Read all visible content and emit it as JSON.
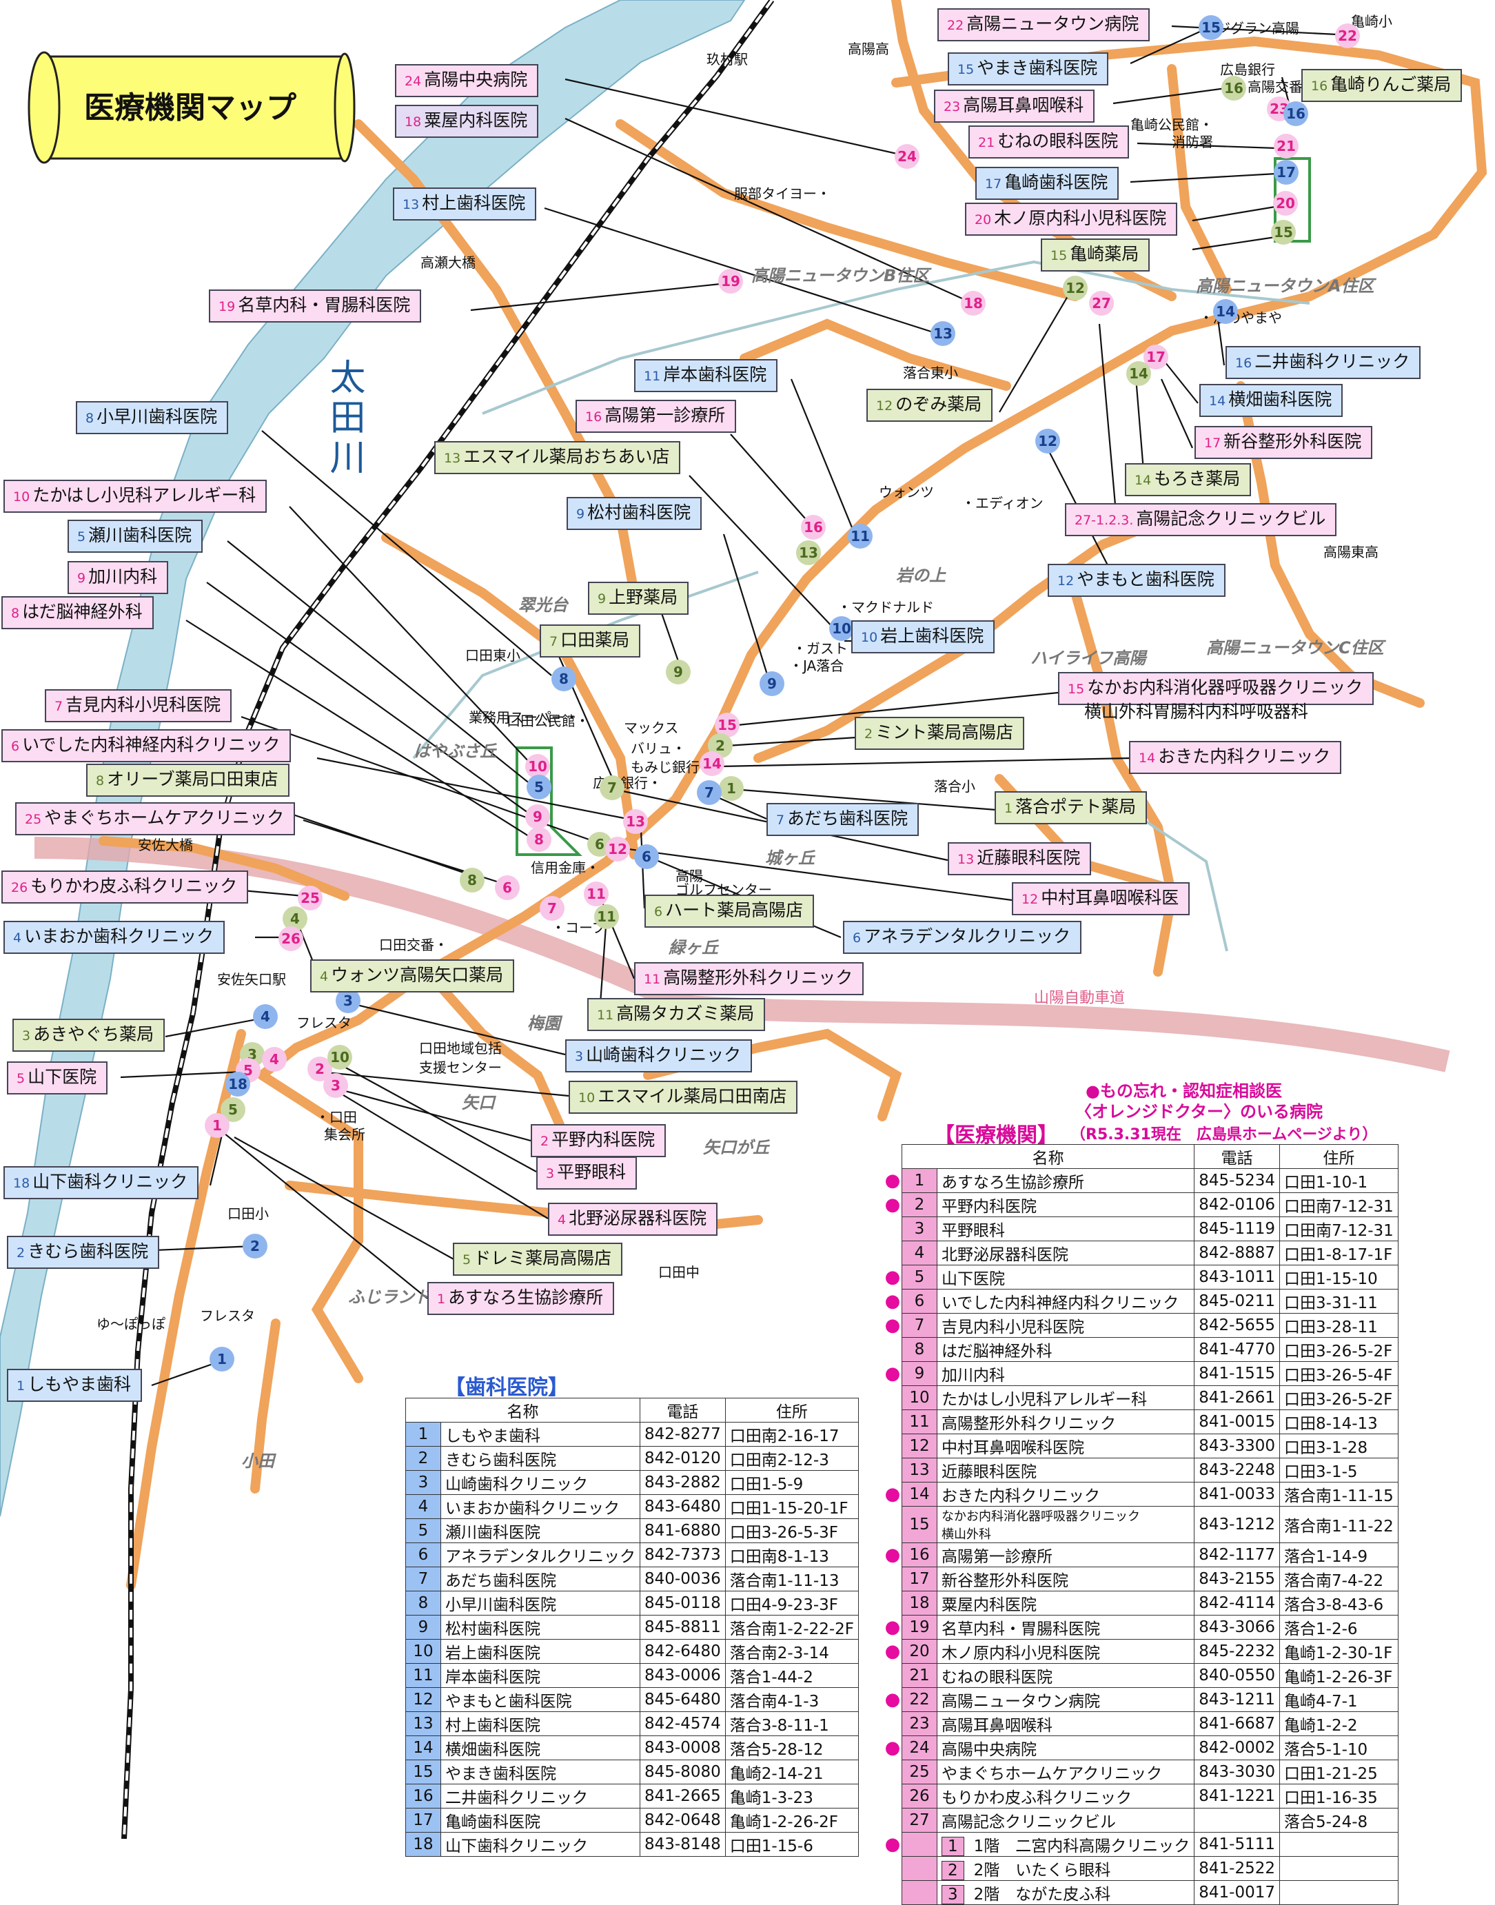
{
  "title": "医療機関マップ",
  "river_name": "太田川",
  "expressway": "山陽自動車道",
  "areas": [
    "高陽ニュータウンB住区",
    "高陽ニュータウンA住区",
    "高陽ニュータウンC住区",
    "ハイライフ高陽",
    "翠光台",
    "はやぶさ丘",
    "岩の上",
    "城ヶ丘",
    "緑ヶ丘",
    "梅園",
    "矢口",
    "矢口が丘",
    "ふじランド",
    "小田"
  ],
  "places": [
    "玖村駅",
    "高陽高",
    "フジグラン高陽",
    "亀崎小",
    "広島銀行",
    "高陽交番",
    "亀崎公民館・",
    "消防署",
    "服部タイヨー・",
    "高瀬大橋",
    "落合東小",
    "・酒のやまや",
    "ウォンツ",
    "・エディオン",
    "高陽東高",
    "・マクドナルド",
    "・ガスト",
    "・JA落合",
    "口田東小",
    "業務用スーパー・",
    "口田公民館・",
    "マックス",
    "バリュ・",
    "もみじ銀行・",
    "広島銀行・",
    "落合小",
    "信用金庫・",
    "高陽",
    "ゴルフセンター",
    "・コープ",
    "口田交番・",
    "安佐矢口駅",
    "フレスタ",
    "・口田",
    "集会所",
    "口田小",
    "口田中",
    "ゆ～ぽっぽ",
    "フレスタ",
    "安佐大橋",
    "口田地域包括",
    "支援センター"
  ],
  "labels": [
    {
      "n": "22",
      "t": "高陽ニュータウン病院",
      "c": "pink"
    },
    {
      "n": "15",
      "t": "やまき歯科医院",
      "c": "blue"
    },
    {
      "n": "23",
      "t": "高陽耳鼻咽喉科",
      "c": "pink"
    },
    {
      "n": "16",
      "t": "亀崎りんご薬局",
      "c": "green"
    },
    {
      "n": "24",
      "t": "高陽中央病院",
      "c": "pink"
    },
    {
      "n": "18",
      "t": "粟屋内科医院",
      "c": "purple"
    },
    {
      "n": "21",
      "t": "むねの眼科医院",
      "c": "pink"
    },
    {
      "n": "17",
      "t": "亀崎歯科医院",
      "c": "blue"
    },
    {
      "n": "13",
      "t": "村上歯科医院",
      "c": "blue"
    },
    {
      "n": "20",
      "t": "木ノ原内科小児科医院",
      "c": "pink"
    },
    {
      "n": "15",
      "t": "亀崎薬局",
      "c": "green"
    },
    {
      "n": "19",
      "t": "名草内科・胃腸科医院",
      "c": "pink"
    },
    {
      "n": "11",
      "t": "岸本歯科医院",
      "c": "blue"
    },
    {
      "n": "12",
      "t": "のぞみ薬局",
      "c": "green"
    },
    {
      "n": "16",
      "t": "二井歯科クリニック",
      "c": "blue"
    },
    {
      "n": "8",
      "t": "小早川歯科医院",
      "c": "blue"
    },
    {
      "n": "16",
      "t": "高陽第一診療所",
      "c": "pink"
    },
    {
      "n": "14",
      "t": "横畑歯科医院",
      "c": "blue"
    },
    {
      "n": "13",
      "t": "エスマイル薬局おちあい店",
      "c": "green"
    },
    {
      "n": "17",
      "t": "新谷整形外科医院",
      "c": "pink"
    },
    {
      "n": "10",
      "t": "たかはし小児科アレルギー科",
      "c": "pink"
    },
    {
      "n": "14",
      "t": "もろき薬局",
      "c": "green"
    },
    {
      "n": "9",
      "t": "松村歯科医院",
      "c": "blue"
    },
    {
      "n": "27-1.2.3.",
      "t": "高陽記念クリニックビル",
      "c": "pink"
    },
    {
      "n": "5",
      "t": "瀬川歯科医院",
      "c": "blue"
    },
    {
      "n": "9",
      "t": "加川内科",
      "c": "pink"
    },
    {
      "n": "12",
      "t": "やまもと歯科医院",
      "c": "blue"
    },
    {
      "n": "9",
      "t": "上野薬局",
      "c": "green"
    },
    {
      "n": "8",
      "t": "はだ脳神経外科",
      "c": "pink"
    },
    {
      "n": "10",
      "t": "岩上歯科医院",
      "c": "blue"
    },
    {
      "n": "7",
      "t": "口田薬局",
      "c": "green"
    },
    {
      "n": "7",
      "t": "吉見内科小児科医院",
      "c": "pink"
    },
    {
      "n": "15",
      "t": "なかお内科消化器呼吸器クリニック",
      "c": "pink"
    },
    {
      "n": "6",
      "t": "いでした内科神経内科クリニック",
      "c": "pink"
    },
    {
      "n": "2",
      "t": "ミント薬局高陽店",
      "c": "green"
    },
    {
      "n": "14",
      "t": "おきた内科クリニック",
      "c": "pink"
    },
    {
      "n": "8",
      "t": "オリーブ薬局口田東店",
      "c": "green"
    },
    {
      "n": "1",
      "t": "落合ポテト薬局",
      "c": "green"
    },
    {
      "n": "25",
      "t": "やまぐちホームケアクリニック",
      "c": "pink"
    },
    {
      "n": "7",
      "t": "あだち歯科医院",
      "c": "blue"
    },
    {
      "n": "13",
      "t": "近藤眼科医院",
      "c": "pink"
    },
    {
      "n": "26",
      "t": "もりかわ皮ふ科クリニック",
      "c": "pink"
    },
    {
      "n": "12",
      "t": "中村耳鼻咽喉科医",
      "c": "pink"
    },
    {
      "n": "6",
      "t": "ハート薬局高陽店",
      "c": "green"
    },
    {
      "n": "4",
      "t": "いまおか歯科クリニック",
      "c": "blue"
    },
    {
      "n": "6",
      "t": "アネラデンタルクリニック",
      "c": "blue"
    },
    {
      "n": "4",
      "t": "ウォンツ高陽矢口薬局",
      "c": "green"
    },
    {
      "n": "11",
      "t": "高陽整形外科クリニック",
      "c": "pink"
    },
    {
      "n": "11",
      "t": "高陽タカズミ薬局",
      "c": "green"
    },
    {
      "n": "3",
      "t": "あきやぐち薬局",
      "c": "green"
    },
    {
      "n": "3",
      "t": "山崎歯科クリニック",
      "c": "blue"
    },
    {
      "n": "5",
      "t": "山下医院",
      "c": "pink"
    },
    {
      "n": "10",
      "t": "エスマイル薬局口田南店",
      "c": "green"
    },
    {
      "n": "2",
      "t": "平野内科医院",
      "c": "pink"
    },
    {
      "n": "18",
      "t": "山下歯科クリニック",
      "c": "blue"
    },
    {
      "n": "3",
      "t": "平野眼科",
      "c": "pink"
    },
    {
      "n": "4",
      "t": "北野泌尿器科医院",
      "c": "pink"
    },
    {
      "n": "2",
      "t": "きむら歯科医院",
      "c": "blue"
    },
    {
      "n": "5",
      "t": "ドレミ薬局高陽店",
      "c": "green"
    },
    {
      "n": "1",
      "t": "あすなろ生協診療所",
      "c": "pink"
    },
    {
      "n": "1",
      "t": "しもやま歯科",
      "c": "blue"
    }
  ],
  "extra_label_line": "横山外科胃腸科内科呼吸器科",
  "markers": [
    {
      "n": "22",
      "c": "p"
    },
    {
      "n": "15",
      "c": "b"
    },
    {
      "n": "16",
      "c": "g"
    },
    {
      "n": "23",
      "c": "p"
    },
    {
      "n": "16",
      "c": "b"
    },
    {
      "n": "21",
      "c": "p"
    },
    {
      "n": "17",
      "c": "b"
    },
    {
      "n": "20",
      "c": "p"
    },
    {
      "n": "15",
      "c": "g"
    },
    {
      "n": "24",
      "c": "p"
    },
    {
      "n": "18",
      "c": "p"
    },
    {
      "n": "19",
      "c": "p"
    },
    {
      "n": "13",
      "c": "b"
    },
    {
      "n": "12",
      "c": "g"
    },
    {
      "n": "27",
      "c": "p"
    },
    {
      "n": "14",
      "c": "b"
    },
    {
      "n": "17",
      "c": "p"
    },
    {
      "n": "14",
      "c": "g"
    },
    {
      "n": "12",
      "c": "b"
    },
    {
      "n": "11",
      "c": "b"
    },
    {
      "n": "16",
      "c": "p"
    },
    {
      "n": "13",
      "c": "g"
    },
    {
      "n": "10",
      "c": "b"
    },
    {
      "n": "9",
      "c": "b"
    },
    {
      "n": "9",
      "c": "g"
    },
    {
      "n": "8",
      "c": "b"
    },
    {
      "n": "15",
      "c": "p"
    },
    {
      "n": "2",
      "c": "g"
    },
    {
      "n": "14",
      "c": "p"
    },
    {
      "n": "1",
      "c": "g"
    },
    {
      "n": "7",
      "c": "b"
    },
    {
      "n": "7",
      "c": "g"
    },
    {
      "n": "10",
      "c": "p"
    },
    {
      "n": "5",
      "c": "b"
    },
    {
      "n": "9",
      "c": "p"
    },
    {
      "n": "8",
      "c": "p"
    },
    {
      "n": "6",
      "c": "g"
    },
    {
      "n": "13",
      "c": "p"
    },
    {
      "n": "12",
      "c": "p"
    },
    {
      "n": "6",
      "c": "b"
    },
    {
      "n": "11",
      "c": "p"
    },
    {
      "n": "7",
      "c": "p"
    },
    {
      "n": "11",
      "c": "g"
    },
    {
      "n": "8",
      "c": "g"
    },
    {
      "n": "6",
      "c": "p"
    },
    {
      "n": "25",
      "c": "p"
    },
    {
      "n": "4",
      "c": "g"
    },
    {
      "n": "26",
      "c": "p"
    },
    {
      "n": "4",
      "c": "b"
    },
    {
      "n": "3",
      "c": "b"
    },
    {
      "n": "3",
      "c": "g"
    },
    {
      "n": "4",
      "c": "p"
    },
    {
      "n": "5",
      "c": "p"
    },
    {
      "n": "2",
      "c": "p"
    },
    {
      "n": "3",
      "c": "p"
    },
    {
      "n": "10",
      "c": "g"
    },
    {
      "n": "18",
      "c": "b"
    },
    {
      "n": "5",
      "c": "g"
    },
    {
      "n": "1",
      "c": "p"
    },
    {
      "n": "2",
      "c": "b"
    },
    {
      "n": "1",
      "c": "b"
    }
  ],
  "dental": {
    "heading": "【歯科医院】",
    "columns": [
      "名称",
      "電話",
      "住所"
    ],
    "rows": [
      [
        "1",
        "しもやま歯科",
        "842-8277",
        "口田南2-16-17"
      ],
      [
        "2",
        "きむら歯科医院",
        "842-0120",
        "口田南2-12-3"
      ],
      [
        "3",
        "山崎歯科クリニック",
        "843-2882",
        "口田1-5-9"
      ],
      [
        "4",
        "いまおか歯科クリニック",
        "843-6480",
        "口田1-15-20-1F"
      ],
      [
        "5",
        "瀬川歯科医院",
        "841-6880",
        "口田3-26-5-3F"
      ],
      [
        "6",
        "アネラデンタルクリニック",
        "842-7373",
        "口田南8-1-13"
      ],
      [
        "7",
        "あだち歯科医院",
        "840-0036",
        "落合南1-11-13"
      ],
      [
        "8",
        "小早川歯科医院",
        "845-0118",
        "口田4-9-23-3F"
      ],
      [
        "9",
        "松村歯科医院",
        "845-8811",
        "落合南1-2-22-2F"
      ],
      [
        "10",
        "岩上歯科医院",
        "842-6480",
        "落合南2-3-14"
      ],
      [
        "11",
        "岸本歯科医院",
        "843-0006",
        "落合1-44-2"
      ],
      [
        "12",
        "やまもと歯科医院",
        "845-6480",
        "落合南4-1-3"
      ],
      [
        "13",
        "村上歯科医院",
        "842-4574",
        "落合3-8-11-1"
      ],
      [
        "14",
        "横畑歯科医院",
        "843-0008",
        "落合5-28-12"
      ],
      [
        "15",
        "やまき歯科医院",
        "845-8080",
        "亀崎2-14-21"
      ],
      [
        "16",
        "二井歯科クリニック",
        "841-2665",
        "亀崎1-3-23"
      ],
      [
        "17",
        "亀崎歯科医院",
        "842-0648",
        "亀崎1-2-26-2F"
      ],
      [
        "18",
        "山下歯科クリニック",
        "843-8148",
        "口田1-15-6"
      ]
    ]
  },
  "medical": {
    "note_lines": [
      "●もの忘れ・認知症相談医",
      "〈オレンジドクター〉のいる病院"
    ],
    "heading": "【医療機関】",
    "heading_note": "（R5.3.31現在　広島県ホームページより）",
    "columns": [
      "名称",
      "電話",
      "住所"
    ],
    "rows": [
      {
        "dot": true,
        "n": "1",
        "name": "あすなろ生協診療所",
        "tel": "845-5234",
        "addr": "口田1-10-1"
      },
      {
        "dot": true,
        "n": "2",
        "name": "平野内科医院",
        "tel": "842-0106",
        "addr": "口田南7-12-31"
      },
      {
        "dot": false,
        "n": "3",
        "name": "平野眼科",
        "tel": "845-1119",
        "addr": "口田南7-12-31"
      },
      {
        "dot": false,
        "n": "4",
        "name": "北野泌尿器科医院",
        "tel": "842-8887",
        "addr": "口田1-8-17-1F"
      },
      {
        "dot": true,
        "n": "5",
        "name": "山下医院",
        "tel": "843-1011",
        "addr": "口田1-15-10"
      },
      {
        "dot": true,
        "n": "6",
        "name": "いでした内科神経内科クリニック",
        "tel": "845-0211",
        "addr": "口田3-31-11"
      },
      {
        "dot": true,
        "n": "7",
        "name": "吉見内科小児科医院",
        "tel": "842-5655",
        "addr": "口田3-28-11"
      },
      {
        "dot": false,
        "n": "8",
        "name": "はだ脳神経外科",
        "tel": "841-4770",
        "addr": "口田3-26-5-2F"
      },
      {
        "dot": true,
        "n": "9",
        "name": "加川内科",
        "tel": "841-1515",
        "addr": "口田3-26-5-4F"
      },
      {
        "dot": false,
        "n": "10",
        "name": "たかはし小児科アレルギー科",
        "tel": "841-2661",
        "addr": "口田3-26-5-2F"
      },
      {
        "dot": false,
        "n": "11",
        "name": "高陽整形外科クリニック",
        "tel": "841-0015",
        "addr": "口田8-14-13"
      },
      {
        "dot": false,
        "n": "12",
        "name": "中村耳鼻咽喉科医院",
        "tel": "843-3300",
        "addr": "口田3-1-28"
      },
      {
        "dot": false,
        "n": "13",
        "name": "近藤眼科医院",
        "tel": "843-2248",
        "addr": "口田3-1-5"
      },
      {
        "dot": true,
        "n": "14",
        "name": "おきた内科クリニック",
        "tel": "841-0033",
        "addr": "落合南1-11-15"
      },
      {
        "dot": false,
        "n": "15",
        "name": "なかお内科消化器呼吸器クリニック",
        "name2": "横山外科",
        "tel": "843-1212",
        "addr": "落合南1-11-22"
      },
      {
        "dot": true,
        "n": "16",
        "name": "高陽第一診療所",
        "tel": "842-1177",
        "addr": "落合1-14-9"
      },
      {
        "dot": false,
        "n": "17",
        "name": "新谷整形外科医院",
        "tel": "843-2155",
        "addr": "落合南7-4-22"
      },
      {
        "dot": false,
        "n": "18",
        "name": "粟屋内科医院",
        "tel": "842-4114",
        "addr": "落合3-8-43-6"
      },
      {
        "dot": true,
        "n": "19",
        "name": "名草内科・胃腸科医院",
        "tel": "843-3066",
        "addr": "落合1-2-6"
      },
      {
        "dot": true,
        "n": "20",
        "name": "木ノ原内科小児科医院",
        "tel": "845-2232",
        "addr": "亀崎1-2-30-1F"
      },
      {
        "dot": false,
        "n": "21",
        "name": "むねの眼科医院",
        "tel": "840-0550",
        "addr": "亀崎1-2-26-3F"
      },
      {
        "dot": true,
        "n": "22",
        "name": "高陽ニュータウン病院",
        "tel": "843-1211",
        "addr": "亀崎4-7-1"
      },
      {
        "dot": false,
        "n": "23",
        "name": "高陽耳鼻咽喉科",
        "tel": "841-6687",
        "addr": "亀崎1-2-2"
      },
      {
        "dot": true,
        "n": "24",
        "name": "高陽中央病院",
        "tel": "842-0002",
        "addr": "落合5-1-10"
      },
      {
        "dot": false,
        "n": "25",
        "name": "やまぐちホームケアクリニック",
        "tel": "843-3030",
        "addr": "口田1-21-25"
      },
      {
        "dot": false,
        "n": "26",
        "name": "もりかわ皮ふ科クリニック",
        "tel": "841-1221",
        "addr": "口田1-16-35"
      },
      {
        "dot": false,
        "n": "27",
        "name": "高陽記念クリニックビル",
        "tel": "",
        "addr": "落合5-24-8"
      }
    ],
    "sub_rows": [
      {
        "dot": true,
        "n": "1",
        "name": "1階　二宮内科高陽クリニック",
        "tel": "841-5111"
      },
      {
        "dot": false,
        "n": "2",
        "name": "2階　いたくら眼科",
        "tel": "841-2522"
      },
      {
        "dot": false,
        "n": "3",
        "name": "2階　ながた皮ふ科",
        "tel": "841-0017"
      }
    ]
  }
}
